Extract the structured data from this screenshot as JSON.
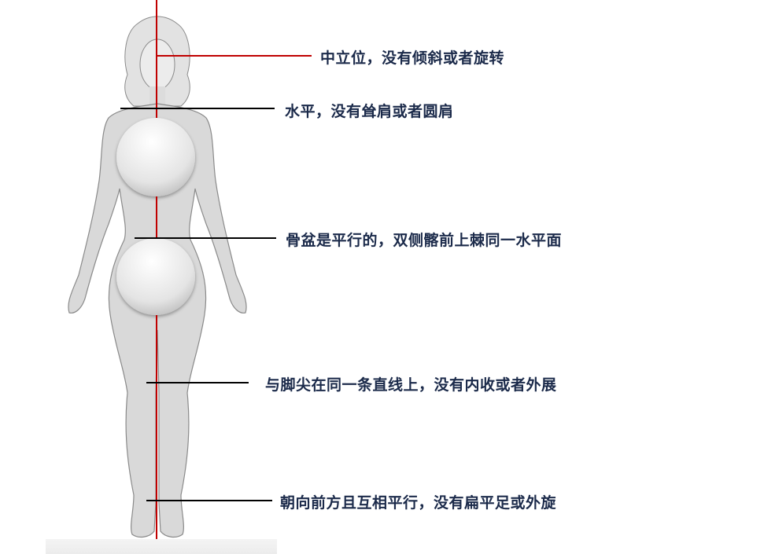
{
  "diagram": {
    "subject": "standing human figure, front view, neutral posture assessment",
    "colors": {
      "midline": "#c00000",
      "leader_line": "#000000",
      "label_text": "#1b2a4a",
      "body_fill": "#d9d9d9",
      "body_outline": "#8a8a8a"
    },
    "annotations": [
      {
        "id": "head",
        "text": "中立位，没有倾斜或者旋转",
        "line_color": "#c00000"
      },
      {
        "id": "shoulders",
        "text": "水平，没有耸肩或者圆肩",
        "line_color": "#000000"
      },
      {
        "id": "pelvis",
        "text": "骨盆是平行的，双侧髂前上棘同一水平面",
        "line_color": "#000000"
      },
      {
        "id": "knees",
        "text": "与脚尖在同一条直线上，没有内收或者外展",
        "line_color": "#000000"
      },
      {
        "id": "feet",
        "text": "朝向前方且互相平行，没有扁平足或外旋",
        "line_color": "#000000"
      }
    ]
  }
}
